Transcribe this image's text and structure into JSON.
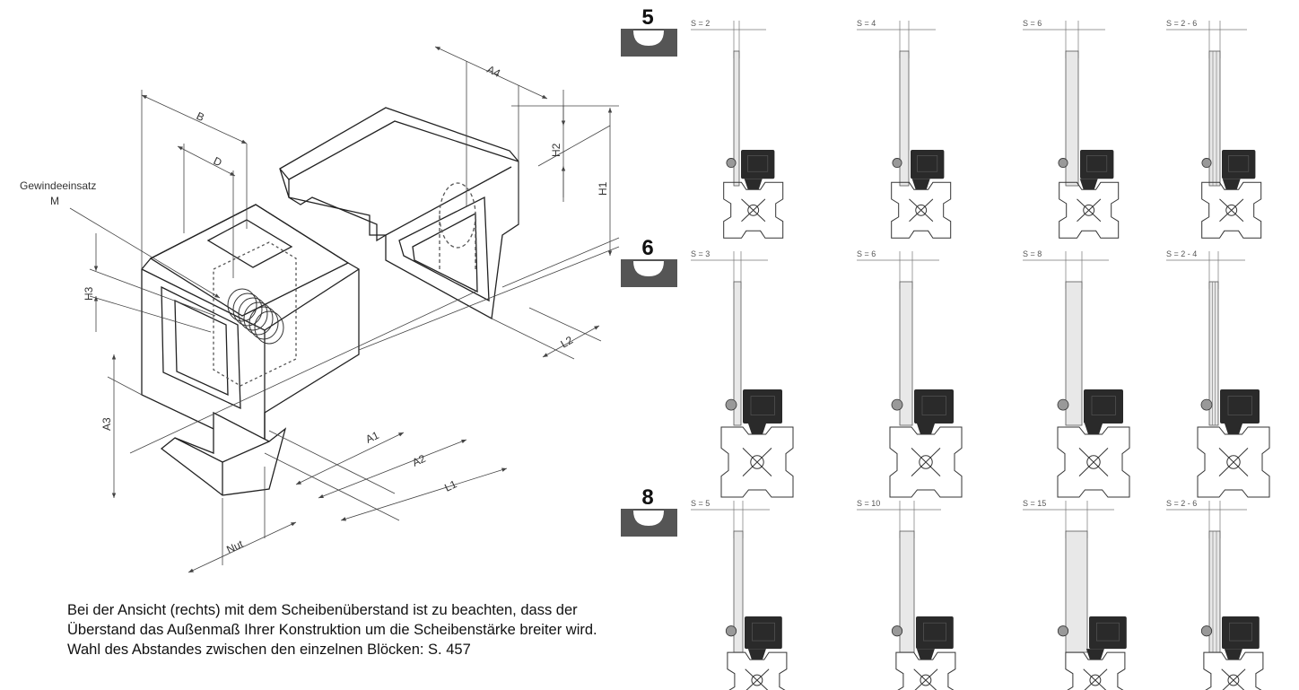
{
  "iso_drawing": {
    "thread_label_line1": "Gewindeeinsatz",
    "thread_label_line2": "M",
    "dimensions": [
      "B",
      "D",
      "A4",
      "H2",
      "H1",
      "H3",
      "L2",
      "A3",
      "A1",
      "A2",
      "L1",
      "Nut"
    ]
  },
  "note": {
    "line1": "Bei der Ansicht (rechts) mit dem Scheibenüberstand ist zu beachten, dass der",
    "line2": "Überstand das Außenmaß Ihrer Konstruktion um die Scheibenstärke breiter wird.",
    "line3": "Wahl des Abstandes zwischen den einzelnen Blöcken: S. 457"
  },
  "rows": [
    {
      "nut": "5",
      "variants": [
        "S = 2",
        "S = 4",
        "S = 6",
        "S = 2 - 6"
      ]
    },
    {
      "nut": "6",
      "variants": [
        "S = 3",
        "S = 6",
        "S = 8",
        "S = 2 - 4"
      ]
    },
    {
      "nut": "8",
      "variants": [
        "S = 5",
        "S = 10",
        "S = 15",
        "S = 2 - 6"
      ]
    }
  ]
}
